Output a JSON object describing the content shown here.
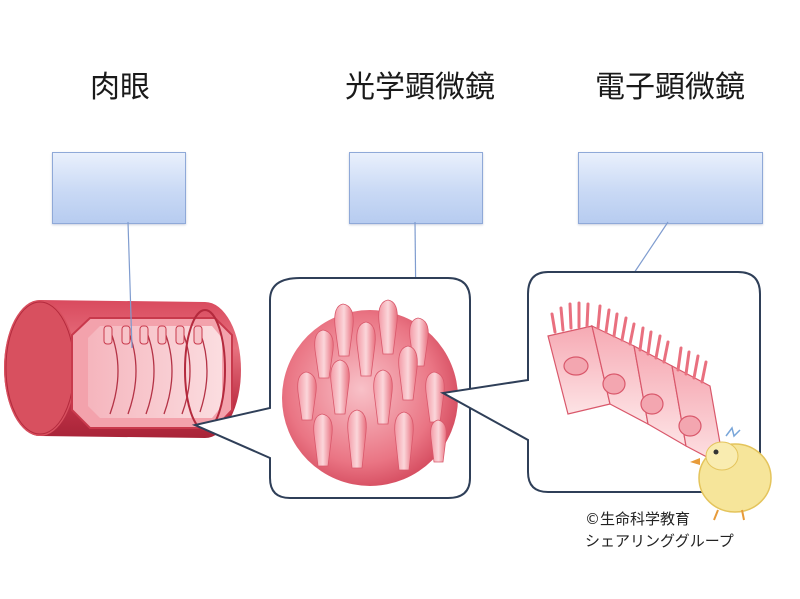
{
  "titles": {
    "naked_eye": "肉眼",
    "light_microscope": "光学顕微鏡",
    "electron_microscope": "電子顕微鏡"
  },
  "label_boxes": [
    {
      "text": ""
    },
    {
      "text": ""
    },
    {
      "text": ""
    }
  ],
  "credit": {
    "line1": "©生命科学教育",
    "line2": "シェアリンググループ"
  },
  "colors": {
    "tissue_dark": "#c2354a",
    "tissue_mid": "#e9707f",
    "tissue_light": "#f7c3c9",
    "box_fill": "#c9d9f5",
    "box_border": "#8fa9d8",
    "frame_stroke": "#2f3f58",
    "leader_line": "#7f9ccf"
  }
}
